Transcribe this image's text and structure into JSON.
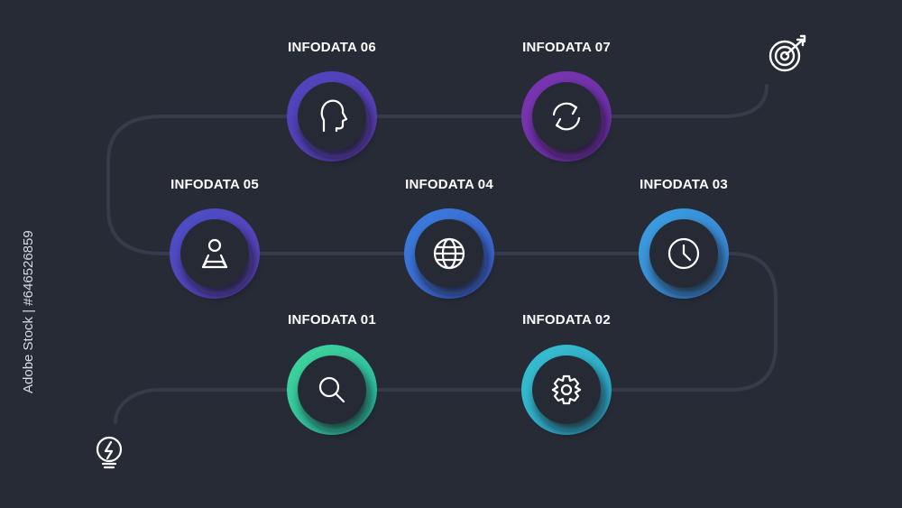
{
  "steps": [
    {
      "label": "INFODATA 01",
      "icon": "search-icon",
      "color_a": "#3fd69a",
      "color_b": "#2bb8a4"
    },
    {
      "label": "INFODATA 02",
      "icon": "gear-icon",
      "color_a": "#35c2cf",
      "color_b": "#2f9fc8"
    },
    {
      "label": "INFODATA 03",
      "icon": "clock-icon",
      "color_a": "#3a9fe0",
      "color_b": "#3b7fd0"
    },
    {
      "label": "INFODATA 04",
      "icon": "globe-icon",
      "color_a": "#3a7ee0",
      "color_b": "#3d5cc8"
    },
    {
      "label": "INFODATA 05",
      "icon": "location-person-icon",
      "color_a": "#4a4fc8",
      "color_b": "#5b3fb5"
    },
    {
      "label": "INFODATA 06",
      "icon": "head-profile-icon",
      "color_a": "#4d46c0",
      "color_b": "#5c3cb0"
    },
    {
      "label": "INFODATA 07",
      "icon": "refresh-icon",
      "color_a": "#7a35b0",
      "color_b": "#6a2fa8"
    }
  ],
  "start_icon": "lightbulb-bolt-icon",
  "goal_icon": "target-arrow-icon",
  "side_id": "Adobe Stock | #646526859",
  "colors": {
    "background": "#262b36",
    "track": "#353b49",
    "inner": "#262b36"
  }
}
